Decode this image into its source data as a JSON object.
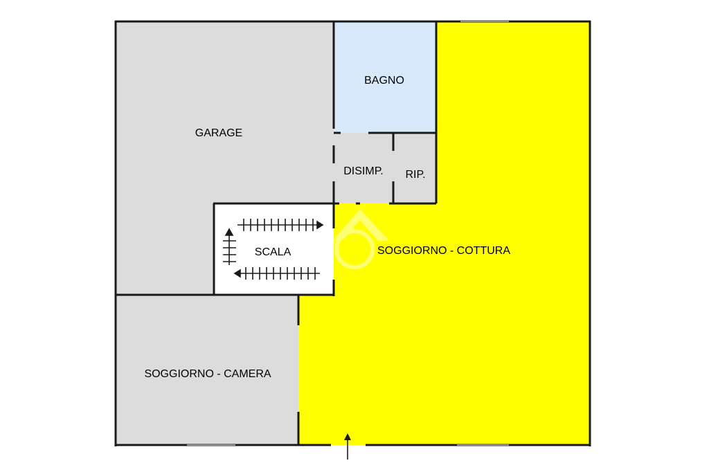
{
  "colors": {
    "grey": "#dcdcdc",
    "blue": "#d7e9fb",
    "yellow": "#ffff00",
    "wall": "#1a1a1a",
    "white": "#ffffff"
  },
  "rooms": {
    "garage": "GARAGE",
    "bagno": "BAGNO",
    "disimp": "DISIMP.",
    "rip": "RIP.",
    "scala": "SCALA",
    "soggiorno_cottura": "SOGGIORNO - COTTURA",
    "soggiorno_camera": "SOGGIORNO - CAMERA"
  },
  "icons": {
    "stair": "stair-arrow-icon",
    "entrance": "entrance-arrow-icon",
    "watermark": "watermark-icon"
  }
}
